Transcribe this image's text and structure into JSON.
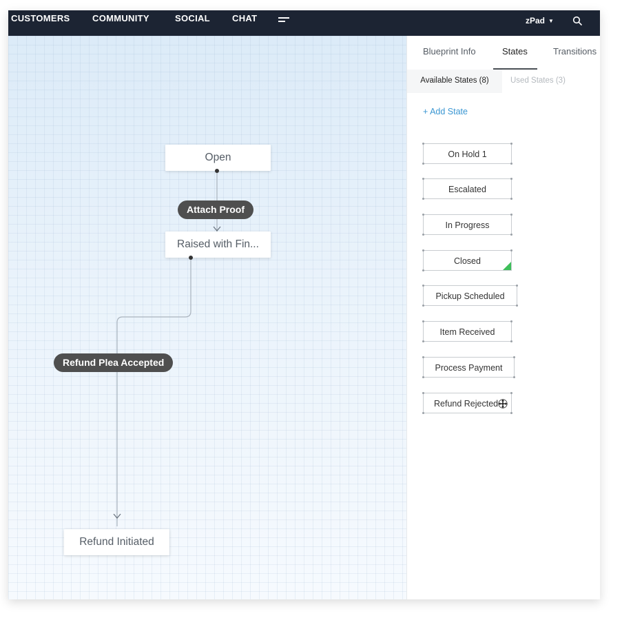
{
  "nav": {
    "items": [
      "CUSTOMERS",
      "COMMUNITY",
      "SOCIAL",
      "CHAT"
    ],
    "menu_icon": "hamburger-icon",
    "org_name": "zPad",
    "search_icon": "search-icon"
  },
  "canvas": {
    "states": {
      "open": "Open",
      "raised": "Raised with Fin...",
      "refund_initiated": "Refund Initiated"
    },
    "transitions": {
      "attach_proof": "Attach Proof",
      "refund_plea_accepted": "Refund Plea Accepted"
    }
  },
  "panel": {
    "tabs": [
      "Blueprint Info",
      "States",
      "Transitions"
    ],
    "active_tab": "States",
    "subtabs": {
      "available": "Available States (8)",
      "used": "Used States (3)"
    },
    "add_state": "+ Add State",
    "available_states": [
      "On Hold 1",
      "Escalated",
      "In Progress",
      "Closed",
      "Pickup Scheduled",
      "Item Received",
      "Process Payment",
      "Refund Rejected"
    ]
  },
  "colors": {
    "topbar": "#1c2433",
    "link": "#3a96d2",
    "pill": "#4f4f4f",
    "closed_marker": "#3ebf5a"
  }
}
